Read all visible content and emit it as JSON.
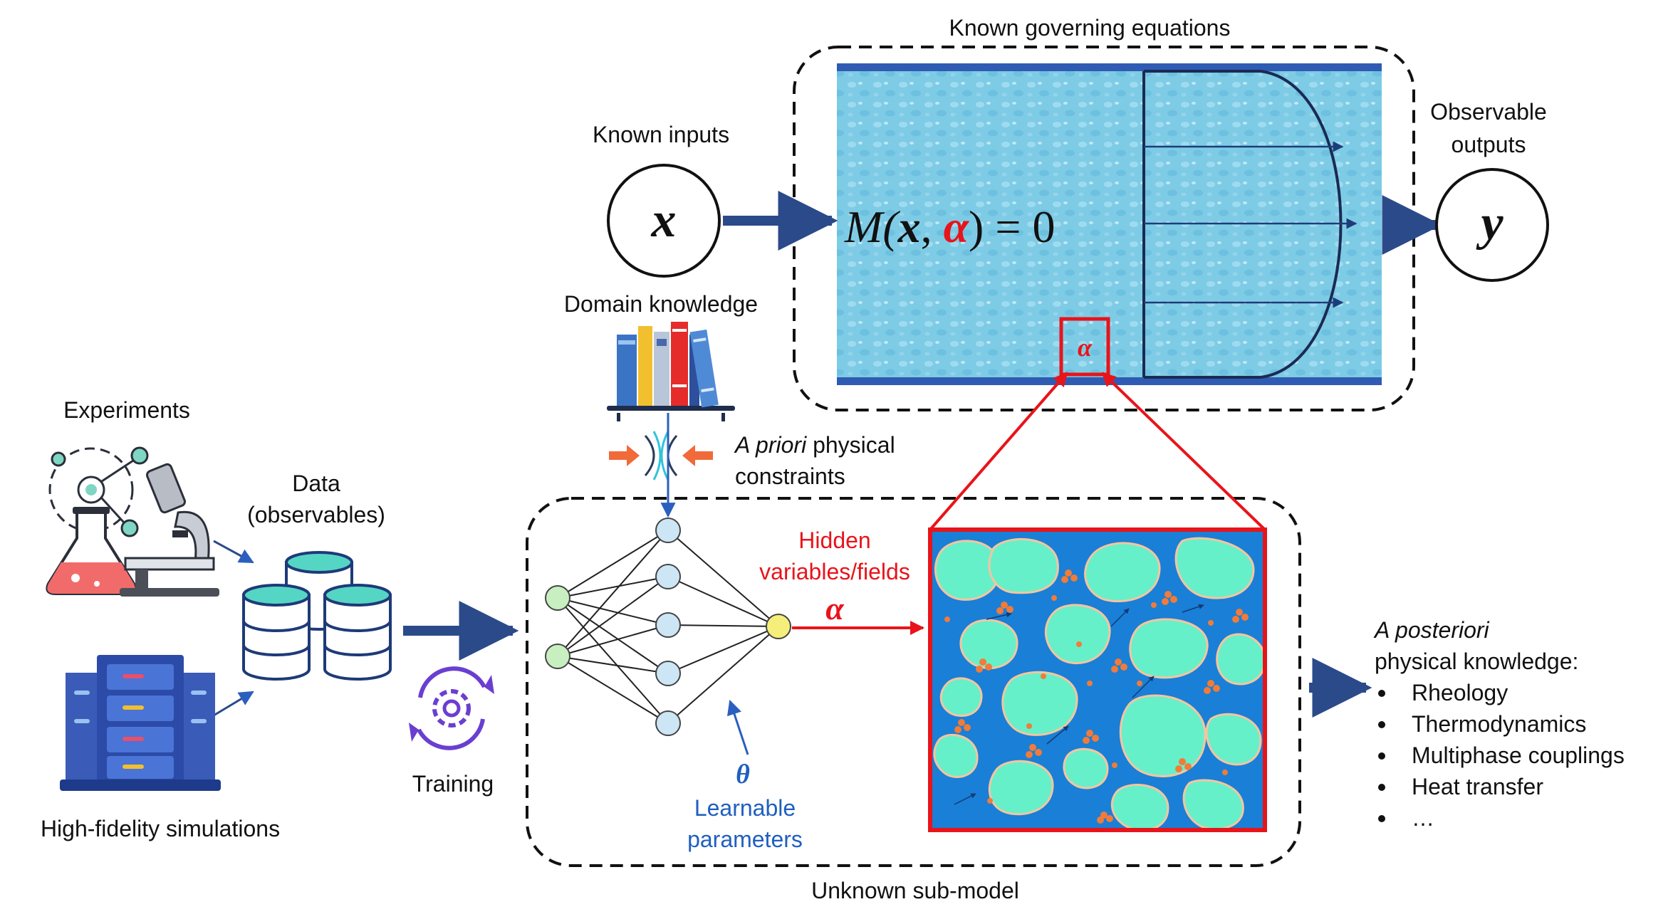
{
  "labels": {
    "known_equations": "Known governing equations",
    "known_inputs": "Known inputs",
    "observable_outputs_1": "Observable",
    "observable_outputs_2": "outputs",
    "domain_knowledge": "Domain knowledge",
    "a_priori_italic": "A priori",
    "a_priori_rest": " physical",
    "a_priori_line2": "constraints",
    "experiments": "Experiments",
    "data_line1": "Data",
    "data_line2": "(observables)",
    "high_fidelity": "High-fidelity simulations",
    "training": "Training",
    "hidden_line1": "Hidden",
    "hidden_line2": "variables/fields",
    "theta": "θ",
    "learnable_1": "Learnable",
    "learnable_2": "parameters",
    "unknown_submodel": "Unknown sub-model",
    "posteriori_italic": "A posteriori",
    "posteriori_line2": "physical knowledge:"
  },
  "symbols": {
    "x": "x",
    "y": "y",
    "alpha": "α",
    "eq_prefix": "M(",
    "eq_x": "x",
    "eq_comma": ", ",
    "eq_alpha": "α",
    "eq_suffix": ") = 0"
  },
  "posteriori_items": [
    "Rheology",
    "Thermodynamics",
    "Multiphase couplings",
    "Heat transfer",
    "…"
  ],
  "colors": {
    "arrow_navy": "#2b4a8a",
    "highlight_red": "#e8141a",
    "water": "#7ecbe6",
    "pipe_wall": "#2f5bb3",
    "neuron_green": "#c8efc0",
    "neuron_blue": "#cde6f6",
    "neuron_yellow": "#f5ee7a",
    "particle": "#66f0c9",
    "micro_bg": "#1a7fd6",
    "learnable_blue": "#1f5fbf"
  }
}
